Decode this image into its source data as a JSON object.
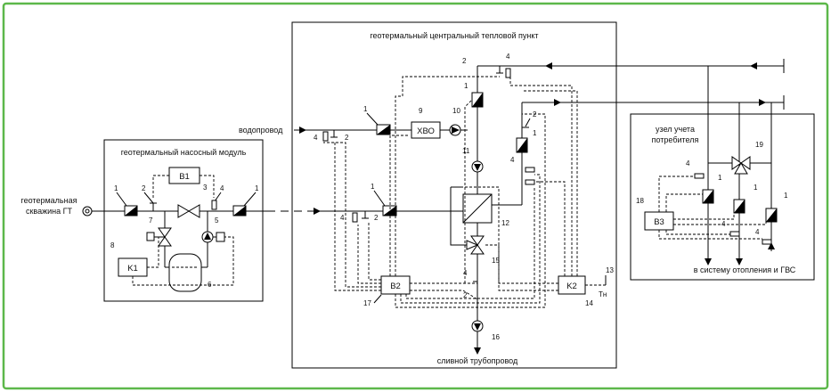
{
  "border_color": "#5db84a",
  "modules": {
    "pump_module": "геотермальный насосный модуль",
    "central_point": "геотермальный центральный тепловой пункт",
    "consumer_node_line1": "узел учета",
    "consumer_node_line2": "потребителя"
  },
  "labels": {
    "well_line1": "геотермальная",
    "well_line2": "скважина ГТ",
    "water_supply": "водопровод",
    "drain_pipe": "сливной трубопровод",
    "heating_system": "в систему отопления и ГВС",
    "t_outdoor": "Tн"
  },
  "blocks": {
    "B1": "B1",
    "K1": "K1",
    "HVO": "ХВО",
    "B2": "B2",
    "K2": "K2",
    "B3": "B3"
  },
  "numbers": {
    "n1": "1",
    "n2": "2",
    "n3": "3",
    "n4": "4",
    "n5": "5",
    "n6": "6",
    "n7": "7",
    "n8": "8",
    "n9": "9",
    "n10": "10",
    "n11": "11",
    "n12": "12",
    "n13": "13",
    "n14": "14",
    "n15": "15",
    "n16": "16",
    "n17": "17",
    "n18": "18",
    "n19": "19"
  }
}
